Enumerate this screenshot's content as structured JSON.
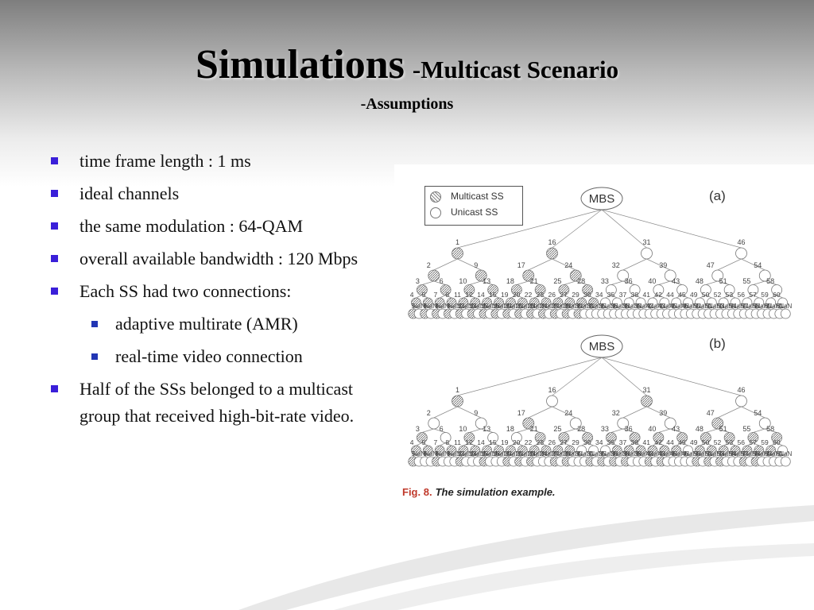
{
  "slide": {
    "title": "Simulations",
    "title_suffix": "-Multicast Scenario",
    "subtitle": "-Assumptions",
    "bullets": [
      {
        "text": "time frame length : 1 ms",
        "level": 1
      },
      {
        "text": "ideal channels",
        "level": 1
      },
      {
        "text": "the same modulation : 64-QAM",
        "level": 1
      },
      {
        "text": "overall available bandwidth : 120 Mbps",
        "level": 1
      },
      {
        "text": "Each SS had two connections:",
        "level": 1
      },
      {
        "text": "adaptive multirate (AMR)",
        "level": 2
      },
      {
        "text": "real-time video connection",
        "level": 2
      },
      {
        "text": "Half of the SSs belonged to a multicast group that received high-bit-rate video.",
        "level": 1
      }
    ],
    "colors": {
      "bullet": "#3a1fd9",
      "sub_bullet": "#2236b4",
      "caption_accent": "#c0392b"
    }
  },
  "figure": {
    "legend": {
      "multicast": "Multicast SS",
      "unicast": "Unicast SS"
    },
    "root_label": "MBS",
    "caption_label": "Fig. 8.",
    "caption_text": "The simulation example.",
    "panels": [
      {
        "label": "(a)",
        "multicast_nodes": [
          1,
          2,
          3,
          4,
          5,
          6,
          7,
          8,
          9,
          10,
          11,
          12,
          13,
          14,
          15,
          16,
          17,
          18,
          19,
          20,
          21,
          22,
          23,
          24,
          25,
          26,
          27,
          28,
          29,
          30
        ]
      },
      {
        "label": "(b)",
        "multicast_nodes": [
          1,
          3,
          4,
          5,
          7,
          8,
          10,
          11,
          12,
          14,
          15,
          17,
          19,
          20,
          21,
          22,
          23,
          25,
          26,
          27,
          28,
          31,
          33,
          35,
          36,
          37,
          38,
          40,
          41,
          42,
          43,
          44,
          47,
          48,
          49,
          50,
          51,
          52,
          53,
          55,
          56,
          57,
          58,
          59
        ]
      }
    ]
  }
}
